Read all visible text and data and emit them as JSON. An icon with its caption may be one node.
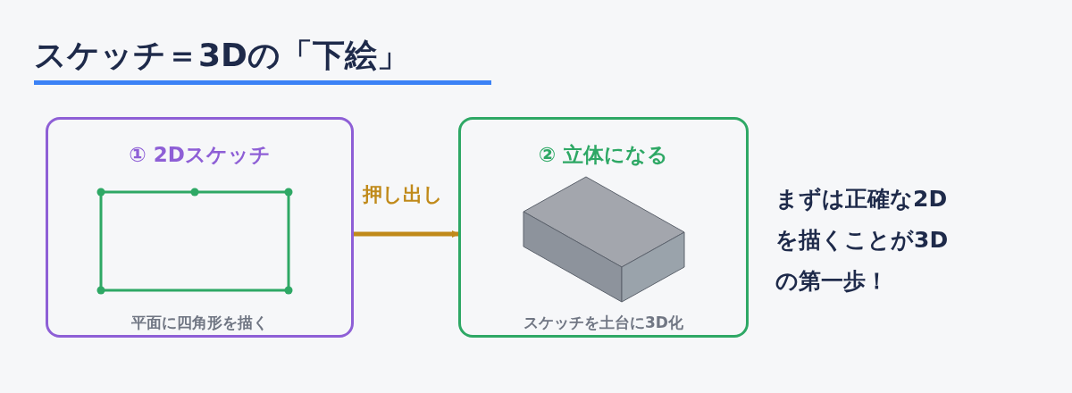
{
  "diagram": {
    "title": "スケッチ＝3Dの「下絵」",
    "nodes": [
      {
        "text": [
          "① 2Dスケッチ",
          "平面に四角形を描く"
        ]
      },
      {
        "text": [
          "② 立体になる",
          "スケッチを土台に3D化"
        ]
      }
    ],
    "edges": [
      {
        "from": 0,
        "to": 1,
        "arrow": "to",
        "label": "押し出し",
        "color": "#c08a1a"
      }
    ],
    "labels": [
      "まずは正確な2Dを描くことが3Dの第一歩！"
    ]
  }
}
